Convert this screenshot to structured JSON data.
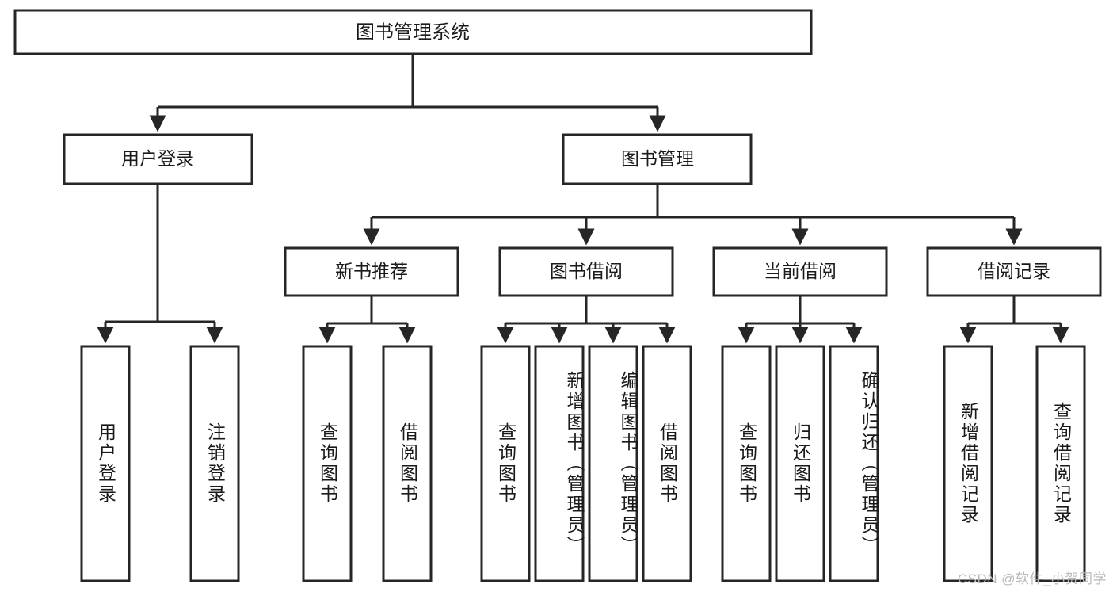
{
  "diagram": {
    "type": "tree",
    "title": "图书管理系统",
    "theme": {
      "background": "#ffffff",
      "box_fill": "#ffffff",
      "box_stroke": "#262626",
      "text_color": "#1a1a1a",
      "watermark_color": "#b9b9b9"
    },
    "root": {
      "label": "图书管理系统"
    },
    "level1": [
      {
        "label": "用户登录"
      },
      {
        "label": "图书管理"
      }
    ],
    "level2": [
      {
        "label": "新书推荐"
      },
      {
        "label": "图书借阅"
      },
      {
        "label": "当前借阅"
      },
      {
        "label": "借阅记录"
      }
    ],
    "leaves": {
      "user_login": [
        {
          "label": "用户登录"
        },
        {
          "label": "注销登录"
        }
      ],
      "new_book_recommend": [
        {
          "label": "查询图书"
        },
        {
          "label": "借阅图书"
        }
      ],
      "book_borrow": [
        {
          "label": "查询图书"
        },
        {
          "label": "新增图书（管理员）"
        },
        {
          "label": "编辑图书（管理员）"
        },
        {
          "label": "借阅图书"
        }
      ],
      "current_borrow": [
        {
          "label": "查询图书"
        },
        {
          "label": "归还图书"
        },
        {
          "label": "确认归还（管理员）"
        }
      ],
      "borrow_record": [
        {
          "label": "新增借阅记录"
        },
        {
          "label": "查询借阅记录"
        }
      ]
    },
    "watermark": "CSDN @软件_小贺同学"
  }
}
